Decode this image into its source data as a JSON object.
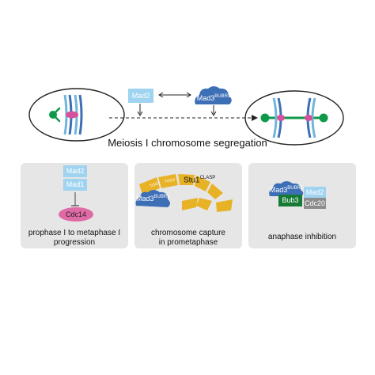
{
  "title": "Meiosis I chromosome segregation",
  "top": {
    "left_protein": "Mad2",
    "right_protein": "Mad3",
    "right_protein_sup": "BUBR1"
  },
  "panels": [
    {
      "proteins": [
        "Mad2",
        "Mad1",
        "Cdc14"
      ],
      "caption_line1": "prophase I to metaphase I",
      "caption_line2": "progression"
    },
    {
      "complex": "Stu1",
      "complex_sup": "CLASP",
      "mad3": "Mad3",
      "mad3_sup": "BUBR1",
      "segment_labels": [
        "TOG1",
        "TOG2"
      ],
      "caption_line1": "chromosome capture",
      "caption_line2": "in prometaphase"
    },
    {
      "mad3": "Mad3",
      "mad3_sup": "BUBR1",
      "proteins": [
        "Mad2",
        "Bub3",
        "Cdc20"
      ],
      "caption_line1": "anaphase inhibition"
    }
  ],
  "colors": {
    "light_blue": "#9fd3f0",
    "dark_blue": "#3d6fb6",
    "pink": "#d6509a",
    "green": "#0f9a4a",
    "dark_green": "#157a34",
    "gold": "#e8b226",
    "grey": "#8c8c8c",
    "panel_bg": "#e6e6e6"
  }
}
